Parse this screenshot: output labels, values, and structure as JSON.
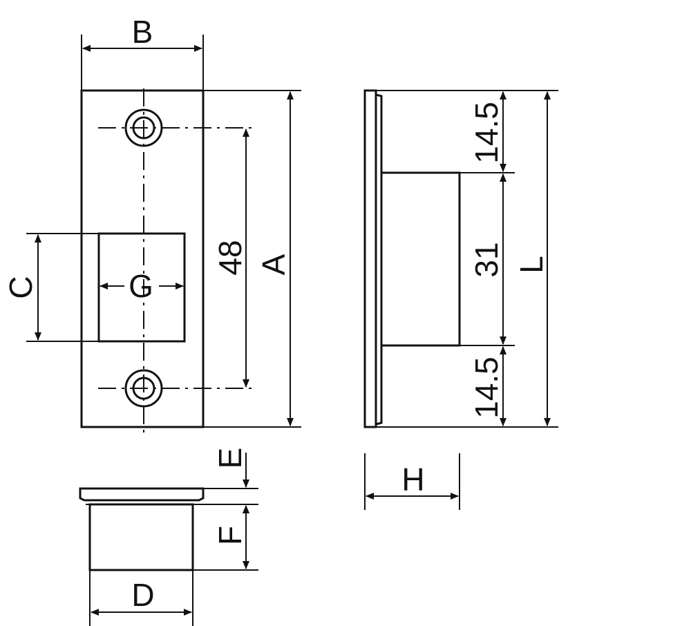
{
  "labels": {
    "B": "B",
    "A": "A",
    "C": "C",
    "G": "G",
    "hole_spacing": "48",
    "top_offset": "14.5",
    "middle_length": "31",
    "bottom_offset": "14.5",
    "L": "L",
    "E": "E",
    "F": "F",
    "D": "D",
    "H": "H"
  },
  "colors": {
    "line": "#111111",
    "background": "#ffffff"
  }
}
